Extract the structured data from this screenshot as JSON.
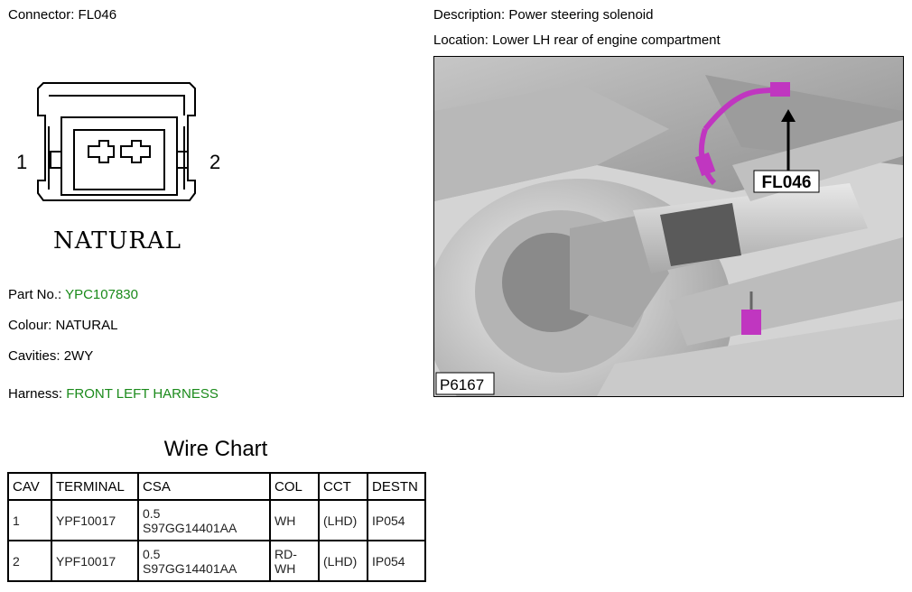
{
  "connector": {
    "label": "Connector:",
    "value": "FL046"
  },
  "description": {
    "label": "Description:",
    "value": "Power steering solenoid"
  },
  "location": {
    "label": "Location:",
    "value": "Lower LH rear of engine compartment"
  },
  "drawing": {
    "pin_left": "1",
    "pin_right": "2",
    "color_text": "NATURAL"
  },
  "photo": {
    "callout": "FL046",
    "ref": "P6167"
  },
  "part": {
    "label": "Part No.:",
    "value": "YPC107830"
  },
  "colour": {
    "label": "Colour:",
    "value": "NATURAL"
  },
  "cavities": {
    "label": "Cavities:",
    "value": "2WY"
  },
  "harness": {
    "label": "Harness:",
    "value": "FRONT LEFT HARNESS"
  },
  "colors": {
    "link_green": "#1a8a1a",
    "wire_magenta": "#c036c0"
  },
  "wire_chart": {
    "title": "Wire Chart",
    "headers": [
      "CAV",
      "TERMINAL",
      "CSA",
      "COL",
      "CCT",
      "DESTN"
    ],
    "rows": [
      {
        "cav": "1",
        "terminal": "YPF10017",
        "csa_1": "0.5",
        "csa_2": "S97GG14401AA",
        "col_1": "WH",
        "col_2": "",
        "cct": "(LHD)",
        "destn": "IP054"
      },
      {
        "cav": "2",
        "terminal": "YPF10017",
        "csa_1": "0.5",
        "csa_2": "S97GG14401AA",
        "col_1": "RD-",
        "col_2": "WH",
        "cct": "(LHD)",
        "destn": "IP054"
      }
    ]
  }
}
